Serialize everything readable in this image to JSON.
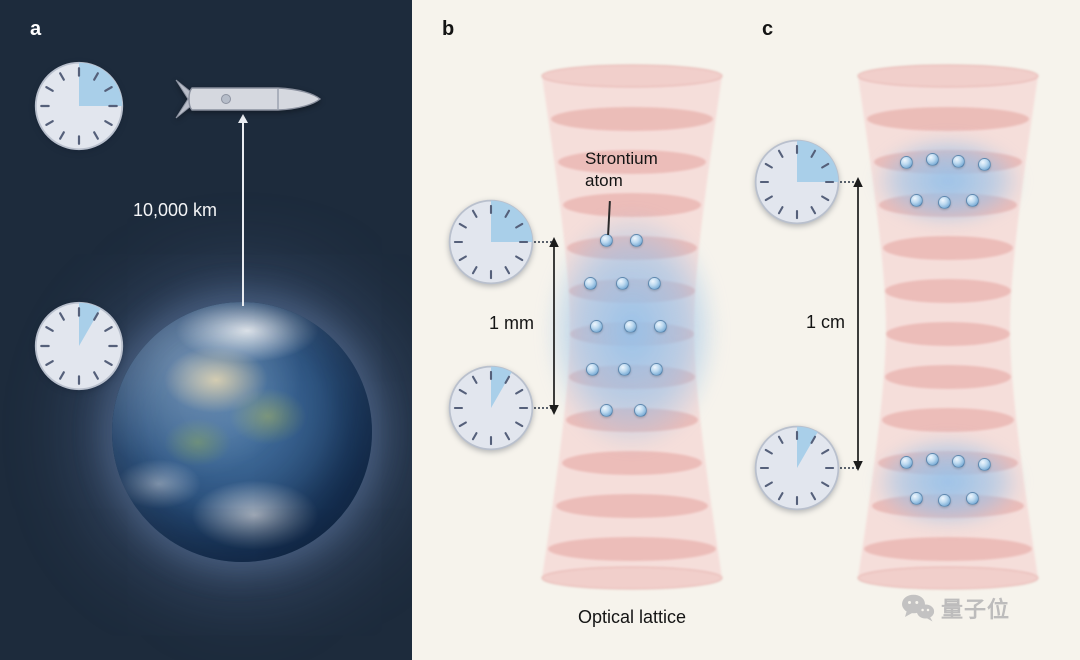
{
  "figure": {
    "panel_a": {
      "label": "a",
      "altitude_label": "10,000 km"
    },
    "panel_b": {
      "label": "b",
      "atom_callout": "Strontium\natom",
      "separation_label": "1 mm",
      "caption": "Optical lattice"
    },
    "panel_c": {
      "label": "c",
      "separation_label": "1 cm"
    },
    "watermark": "量子位"
  },
  "colors": {
    "panel_a_bg": "#1d2b3c",
    "panel_bc_bg": "#f6f3ec",
    "lattice_pink": "#eab7b3",
    "atom_blue": "#a9cde9",
    "clock_wedge_blue": "#a9cfe9"
  },
  "icons": {
    "clock_fast": "clock-quarter-icon",
    "clock_slow": "clock-twelfth-icon",
    "rocket": "rocket-icon",
    "earth": "earth-image",
    "wechat": "wechat-icon"
  }
}
